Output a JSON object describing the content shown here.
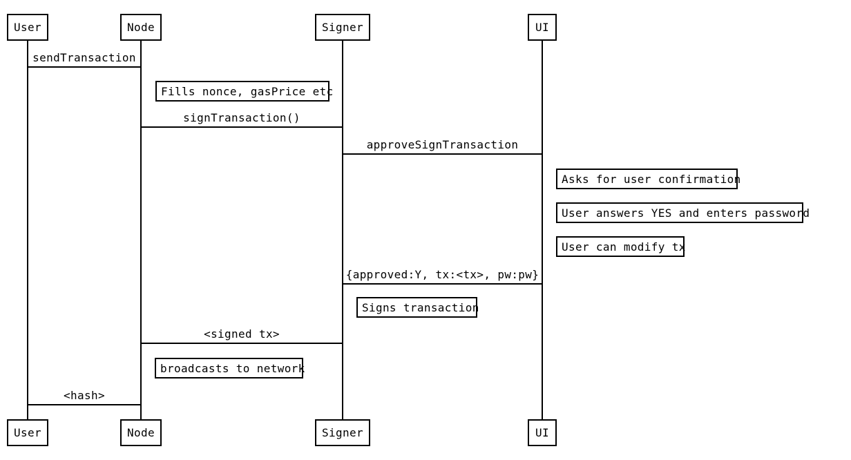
{
  "diagram_type": "uml-sequence-diagram",
  "colors": {
    "foreground": "#000000",
    "background": "#ffffff"
  },
  "actors": [
    {
      "name": "User"
    },
    {
      "name": "Node"
    },
    {
      "name": "Signer"
    },
    {
      "name": "UI"
    }
  ],
  "messages": [
    {
      "label": "sendTransaction",
      "from": "User",
      "to": "Node"
    },
    {
      "label": "signTransaction()",
      "from": "Node",
      "to": "Signer"
    },
    {
      "label": "approveSignTransaction",
      "from": "Signer",
      "to": "UI"
    },
    {
      "label": "{approved:Y, tx:<tx>, pw:pw}",
      "from": "UI",
      "to": "Signer"
    },
    {
      "label": "<signed tx>",
      "from": "Signer",
      "to": "Node"
    },
    {
      "label": "<hash>",
      "from": "Node",
      "to": "User"
    }
  ],
  "notes": [
    {
      "text": "Fills nonce, gasPrice etc",
      "actor": "Node"
    },
    {
      "text": "Asks for user confirmation",
      "actor": "UI"
    },
    {
      "text": "User answers YES and enters password",
      "actor": "UI"
    },
    {
      "text": "User can modify tx",
      "actor": "UI"
    },
    {
      "text": "Signs transaction",
      "actor": "Signer"
    },
    {
      "text": "broadcasts to network",
      "actor": "Node"
    }
  ]
}
